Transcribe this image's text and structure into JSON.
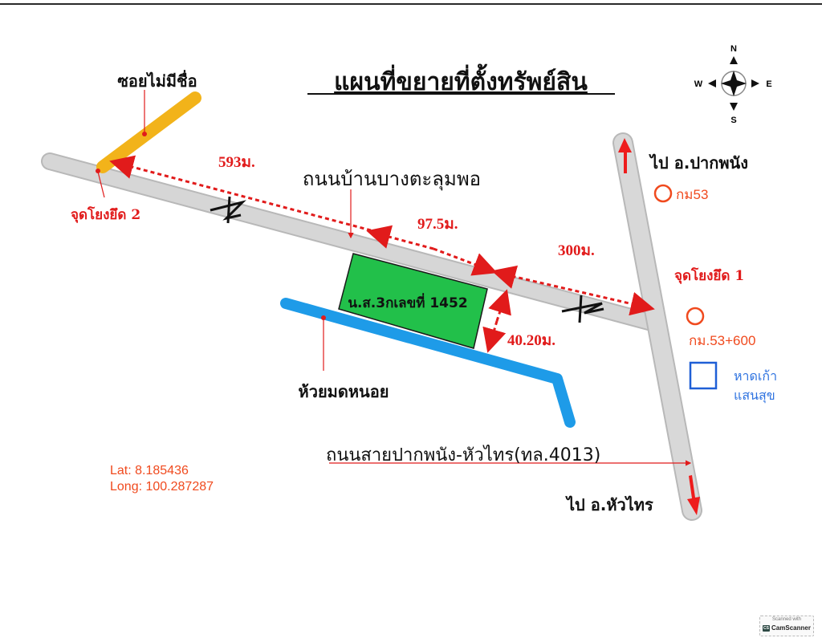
{
  "title": "แผนที่ขยายที่ตั้งทรัพย์สิน",
  "compass": {
    "n": "N",
    "s": "S",
    "e": "E",
    "w": "W"
  },
  "roads": {
    "side_soi": "ซอยไม่มีชื่อ",
    "main_road": "ถนนบ้านบางตะลุมพอ",
    "highway": "ถนนสายปากพนัง-หัวไทร(ทล.4013)",
    "to_north": "ไป อ.ปากพนัง",
    "to_south": "ไป อ.หัวไทร"
  },
  "parcel": {
    "label": "น.ส.3กเลขที่ 1452",
    "color": "#22c04a"
  },
  "stream": {
    "label": "ห้วยมดหนอย",
    "color": "#1e9be8"
  },
  "reference_points": {
    "point1": "จุดโยงยึด 1",
    "point2": "จุดโยงยึด 2"
  },
  "distances": {
    "d593": "593ม.",
    "d97_5": "97.5ม.",
    "d300": "300ม.",
    "d40_2": "40.20ม."
  },
  "markers": {
    "km53": "กม53",
    "km53_600": "กม.53+600",
    "landmark": "หาดเก้า",
    "landmark_line2": "แสนสุข"
  },
  "coordinates": {
    "lat": "Lat: 8.185436",
    "long": "Long: 100.287287"
  },
  "watermark": {
    "line1": "Scanned with",
    "brand": "CamScanner",
    "logo": "CS"
  },
  "colors": {
    "road": "#d4d4d4",
    "soi": "#f2b31a",
    "dimension": "#e11b1b",
    "annotation_orange": "#f04a1e",
    "annotation_blue": "#2f73e0"
  }
}
